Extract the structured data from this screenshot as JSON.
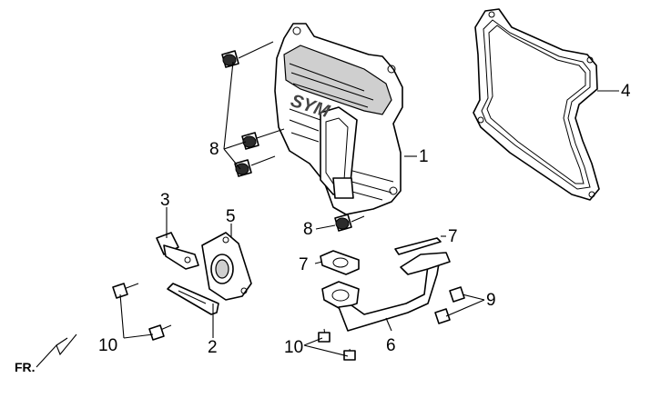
{
  "callouts": {
    "c1": "1",
    "c2": "2",
    "c3": "3",
    "c4": "4",
    "c5": "5",
    "c6": "6",
    "c7a": "7",
    "c7b": "7",
    "c8a": "8",
    "c8b": "8",
    "c9": "9",
    "c10a": "10",
    "c10b": "10"
  },
  "front_marker": "FR.",
  "logo_text": "SYM"
}
